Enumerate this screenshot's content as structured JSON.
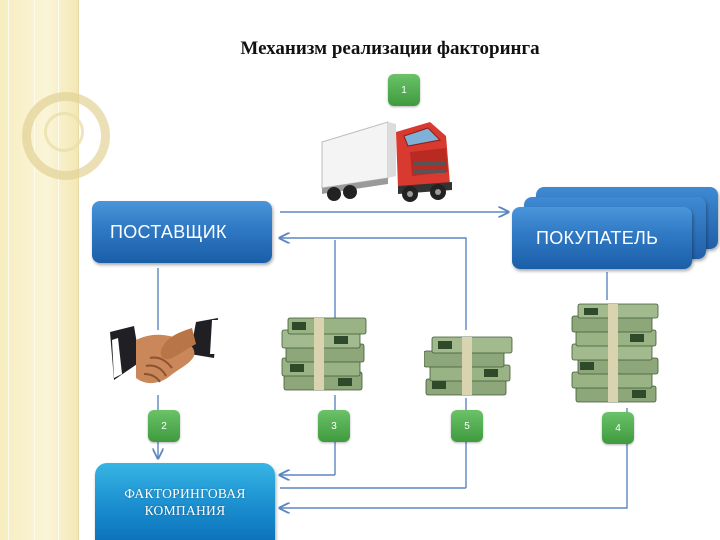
{
  "title": "Механизм реализации факторинга",
  "boxes": {
    "supplier": "ПОСТАВЩИК",
    "buyer": "ПОКУПАТЕЛЬ",
    "factoring_line1": "ФАКТОРИНГОВАЯ",
    "factoring_line2": "КОМПАНИЯ"
  },
  "steps": [
    "1",
    "2",
    "3",
    "5",
    "4"
  ],
  "icons": [
    "truck-icon",
    "handshake-icon",
    "money-stack-icon"
  ],
  "colors": {
    "box_blue": "#2f79c4",
    "factoring_blue": "#1b8fd0",
    "badge_green": "#4fae4c",
    "arrow": "#5b86c2"
  }
}
